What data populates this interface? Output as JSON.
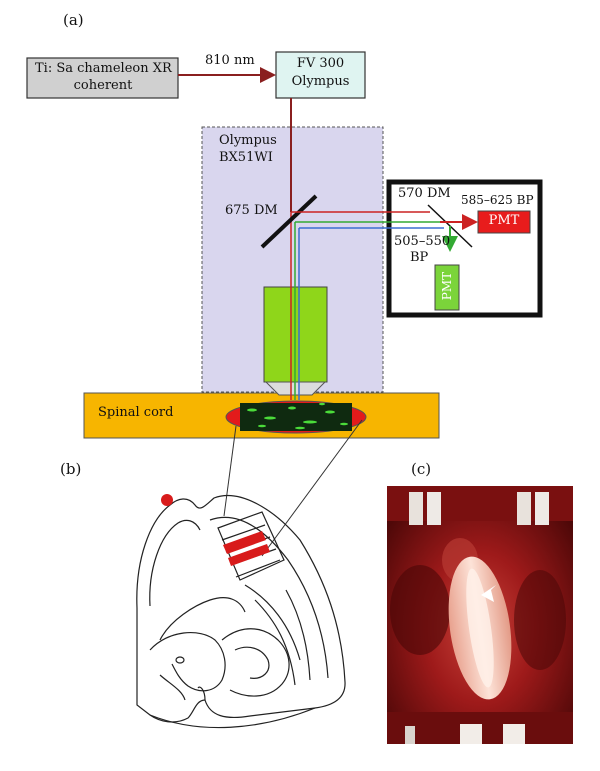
{
  "panels": {
    "a": "(a)",
    "b": "(b)",
    "c": "(c)"
  },
  "laser": {
    "line1": "Ti: Sa chameleon XR",
    "line2": "coherent"
  },
  "wavelength": "810 nm",
  "scanner": {
    "line1": "FV 300",
    "line2": "Olympus"
  },
  "microscope": {
    "line1": "Olympus",
    "line2": "BX51WI"
  },
  "main_dichroic": "675 DM",
  "detector": {
    "dichroic": "570 DM",
    "red_filter": "585–625 BP",
    "red_pmt": "PMT",
    "green_filter_line1": "505–550",
    "green_filter_line2": "BP",
    "green_pmt": "PMT"
  },
  "sample": "Spinal cord",
  "colors": {
    "laser_box": "#d0d0d0",
    "scanner_box": "#dff4f1",
    "laser_beam": "#8a1f1f",
    "microscope_box": "#d9d6ee",
    "objective": "#8fd61a",
    "spinal_band": "#f7b500",
    "red_pmt": "#e81c1c",
    "green_pmt": "#7bd43a",
    "green_beam": "#33aa33",
    "blue_beam": "#3b6fd1",
    "red_beam": "#cc2222",
    "lesion_marker": "#d81b1b"
  },
  "icons": {
    "photo_arrow": "white-arrowhead-icon"
  }
}
